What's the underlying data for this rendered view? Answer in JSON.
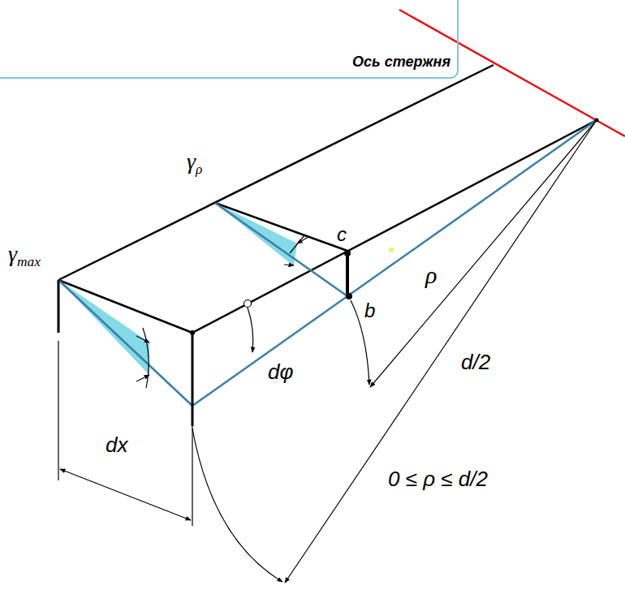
{
  "diagram": {
    "nodes": [
      {
        "text": [
          "Ось стержня"
        ]
      }
    ],
    "labels": [
      "γρ",
      "γmax",
      "c",
      "b",
      "ρ",
      "dφ",
      "d/2",
      "dx",
      "0 ≤ ρ ≤ d/2"
    ]
  }
}
